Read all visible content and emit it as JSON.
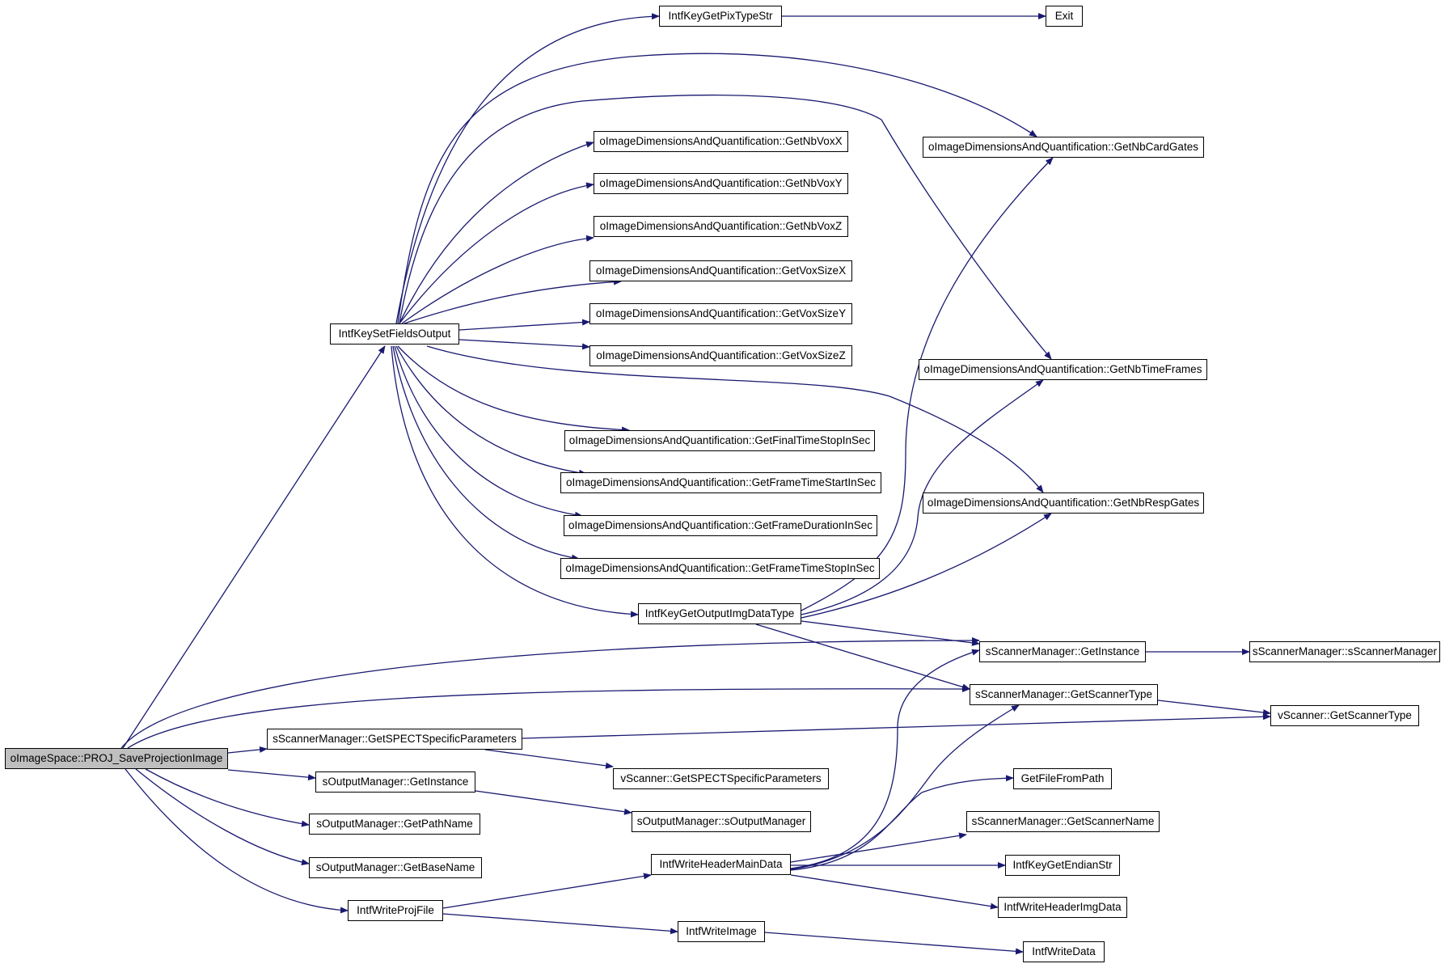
{
  "graph": {
    "edge_color": "#191970",
    "root_fill": "#bfbfbf",
    "nodes": [
      {
        "id": "root",
        "label": "oImageSpace::PROJ_SaveProjectionImage"
      },
      {
        "id": "fields",
        "label": "IntfKeySetFieldsOutput"
      },
      {
        "id": "pixtype",
        "label": "IntfKeyGetPixTypeStr"
      },
      {
        "id": "exit",
        "label": "Exit"
      },
      {
        "id": "nbvoxx",
        "label": "oImageDimensionsAndQuantification::GetNbVoxX"
      },
      {
        "id": "nbvoxy",
        "label": "oImageDimensionsAndQuantification::GetNbVoxY"
      },
      {
        "id": "nbvoxz",
        "label": "oImageDimensionsAndQuantification::GetNbVoxZ"
      },
      {
        "id": "voxsizex",
        "label": "oImageDimensionsAndQuantification::GetVoxSizeX"
      },
      {
        "id": "voxsizey",
        "label": "oImageDimensionsAndQuantification::GetVoxSizeY"
      },
      {
        "id": "voxsizez",
        "label": "oImageDimensionsAndQuantification::GetVoxSizeZ"
      },
      {
        "id": "finaltime",
        "label": "oImageDimensionsAndQuantification::GetFinalTimeStopInSec"
      },
      {
        "id": "framestart",
        "label": "oImageDimensionsAndQuantification::GetFrameTimeStartInSec"
      },
      {
        "id": "framedur",
        "label": "oImageDimensionsAndQuantification::GetFrameDurationInSec"
      },
      {
        "id": "framestop",
        "label": "oImageDimensionsAndQuantification::GetFrameTimeStopInSec"
      },
      {
        "id": "cardgates",
        "label": "oImageDimensionsAndQuantification::GetNbCardGates"
      },
      {
        "id": "timeframes",
        "label": "oImageDimensionsAndQuantification::GetNbTimeFrames"
      },
      {
        "id": "respgates",
        "label": "oImageDimensionsAndQuantification::GetNbRespGates"
      },
      {
        "id": "outimgtype",
        "label": "IntfKeyGetOutputImgDataType"
      },
      {
        "id": "scninst",
        "label": "sScannerManager::GetInstance"
      },
      {
        "id": "scnctor",
        "label": "sScannerManager::sScannerManager"
      },
      {
        "id": "scntype",
        "label": "sScannerManager::GetScannerType"
      },
      {
        "id": "vscntype",
        "label": "vScanner::GetScannerType"
      },
      {
        "id": "spectparams",
        "label": "sScannerManager::GetSPECTSpecificParameters"
      },
      {
        "id": "vspectparams",
        "label": "vScanner::GetSPECTSpecificParameters"
      },
      {
        "id": "outinst",
        "label": "sOutputManager::GetInstance"
      },
      {
        "id": "outctor",
        "label": "sOutputManager::sOutputManager"
      },
      {
        "id": "pathname",
        "label": "sOutputManager::GetPathName"
      },
      {
        "id": "basename",
        "label": "sOutputManager::GetBaseName"
      },
      {
        "id": "projfile",
        "label": "IntfWriteProjFile"
      },
      {
        "id": "headermain",
        "label": "IntfWriteHeaderMainData"
      },
      {
        "id": "filefrompath",
        "label": "GetFileFromPath"
      },
      {
        "id": "scnname",
        "label": "sScannerManager::GetScannerName"
      },
      {
        "id": "endian",
        "label": "IntfKeyGetEndianStr"
      },
      {
        "id": "headerimg",
        "label": "IntfWriteHeaderImgData"
      },
      {
        "id": "writeimage",
        "label": "IntfWriteImage"
      },
      {
        "id": "writedata",
        "label": "IntfWriteData"
      }
    ]
  }
}
